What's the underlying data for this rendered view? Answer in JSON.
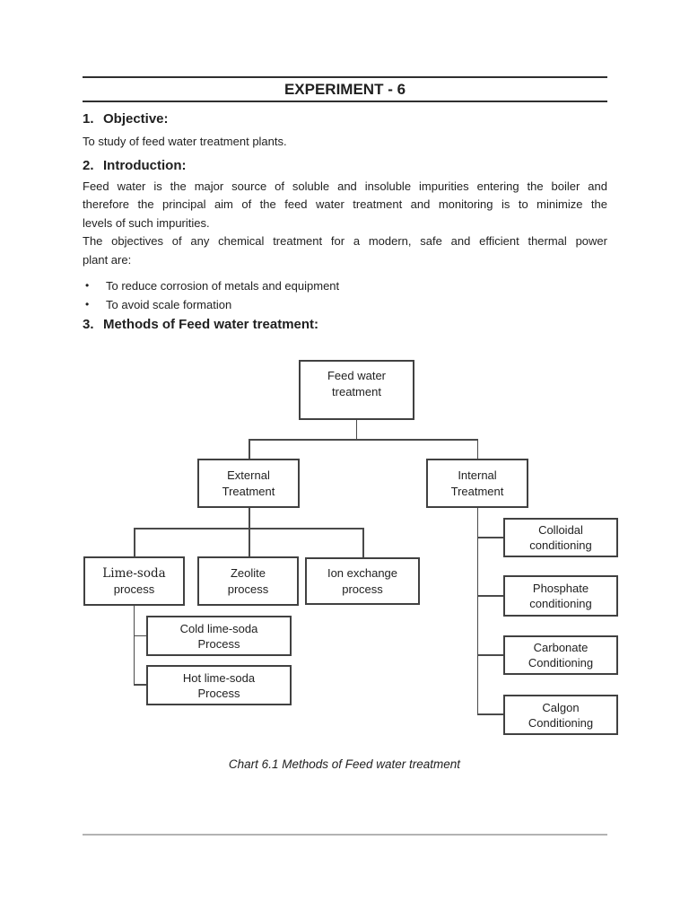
{
  "header": {
    "title": "EXPERIMENT - 6"
  },
  "objective": {
    "number": "1.",
    "heading": "Objective:",
    "body": "To study of feed water treatment plants."
  },
  "introduction": {
    "number": "2.",
    "heading": "Introduction:",
    "para1_lines": [
      "Feed water is the major source of soluble and insoluble impurities entering the boiler and",
      "therefore the principal aim of the feed water treatment and monitoring is to minimize the",
      "levels of such impurities."
    ],
    "para2_lines": [
      "The objectives of any chemical treatment for a modern, safe and efficient thermal power",
      "plant are:"
    ],
    "bullet_glyph": "•",
    "bullets": [
      "To reduce corrosion of metals and equipment",
      "To avoid scale formation"
    ]
  },
  "methods": {
    "number": "3.",
    "heading": "Methods of Feed water treatment:"
  },
  "chart_data": {
    "type": "diagram",
    "title": "Chart 6.1 Methods of Feed water treatment",
    "layout": "top-down organizational tree",
    "nodes": [
      {
        "id": "feed-water-treatment",
        "label": "Feed water treatment",
        "line1": "Feed water",
        "line2": "treatment",
        "parent": null
      },
      {
        "id": "external-treatment",
        "label": "External Treatment",
        "line1": "External",
        "line2": "Treatment",
        "parent": "feed-water-treatment"
      },
      {
        "id": "internal-treatment",
        "label": "Internal Treatment",
        "line1": "Internal",
        "line2": "Treatment",
        "parent": "feed-water-treatment"
      },
      {
        "id": "lime-soda-process",
        "label": "Lime-soda process",
        "line1": "Lime-soda",
        "line2": "process",
        "parent": "external-treatment"
      },
      {
        "id": "zeolite-process",
        "label": "Zeolite process",
        "line1": "Zeolite",
        "line2": "process",
        "parent": "external-treatment"
      },
      {
        "id": "ion-exchange-process",
        "label": "Ion exchange process",
        "line1": "Ion exchange",
        "line2": "process",
        "parent": "external-treatment"
      },
      {
        "id": "cold-lime-soda-process",
        "label": "Cold lime-soda Process",
        "line1": "Cold lime-soda",
        "line2": "Process",
        "parent": "lime-soda-process"
      },
      {
        "id": "hot-lime-soda-process",
        "label": "Hot lime-soda Process",
        "line1": "Hot lime-soda",
        "line2": "Process",
        "parent": "lime-soda-process"
      },
      {
        "id": "colloidal-conditioning",
        "label": "Colloidal conditioning",
        "line1": "Colloidal",
        "line2": "conditioning",
        "parent": "internal-treatment"
      },
      {
        "id": "phosphate-conditioning",
        "label": "Phosphate conditioning",
        "line1": "Phosphate",
        "line2": "conditioning",
        "parent": "internal-treatment"
      },
      {
        "id": "carbonate-conditioning",
        "label": "Carbonate Conditioning",
        "line1": "Carbonate",
        "line2": "Conditioning",
        "parent": "internal-treatment"
      },
      {
        "id": "calgon-conditioning",
        "label": "Calgon Conditioning",
        "line1": "Calgon",
        "line2": "Conditioning",
        "parent": "internal-treatment"
      }
    ]
  },
  "colors": {
    "text": "#1f1f1f",
    "box_border": "#414141",
    "connector": "#4a4a4a",
    "header_rule": "#2f2f2f",
    "footer_rule": "#b3b3b3",
    "page_background": "#ffffff"
  }
}
